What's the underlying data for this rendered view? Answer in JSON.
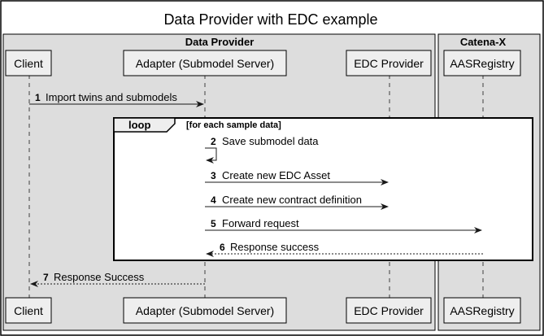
{
  "title": "Data Provider with EDC example",
  "boxes": [
    {
      "label": "Data Provider",
      "fill": "#DDDDDD"
    },
    {
      "label": "Catena-X",
      "fill": "#DDDDDD"
    }
  ],
  "participants": [
    {
      "label": "Client"
    },
    {
      "label": "Adapter (Submodel Server)"
    },
    {
      "label": "EDC Provider"
    },
    {
      "label": "AASRegistry"
    }
  ],
  "loop": {
    "keyword": "loop",
    "condition": "[for each sample data]"
  },
  "messages": [
    {
      "num": "1",
      "text": "Import twins and submodels",
      "style": "solid"
    },
    {
      "num": "2",
      "text": "Save submodel data",
      "style": "solid"
    },
    {
      "num": "3",
      "text": "Create new EDC Asset",
      "style": "solid"
    },
    {
      "num": "4",
      "text": "Create new contract definition",
      "style": "solid"
    },
    {
      "num": "5",
      "text": "Forward request",
      "style": "solid"
    },
    {
      "num": "6",
      "text": "Response success",
      "style": "dashed"
    },
    {
      "num": "7",
      "text": "Response Success",
      "style": "dashed"
    }
  ],
  "colors": {
    "box_fill": "#DDDDDD",
    "participant_fill": "#EEEEEE",
    "stroke": "#000000",
    "lifeline": "#181818"
  }
}
